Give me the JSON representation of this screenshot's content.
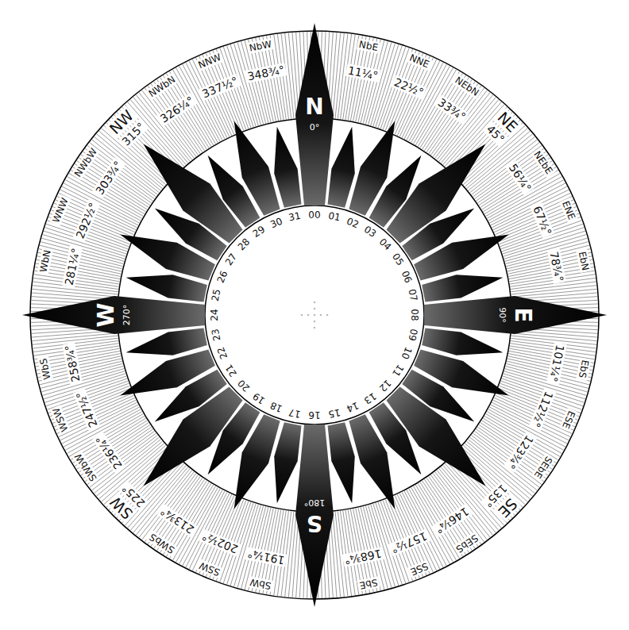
{
  "diagram": {
    "nodes": [
      {
        "text": [
          "N",
          "0°"
        ]
      },
      {
        "text": [
          "E",
          "90°"
        ]
      },
      {
        "text": [
          "S",
          "180°"
        ]
      },
      {
        "text": [
          "W",
          "270°"
        ]
      }
    ],
    "labels": [
      "00",
      "01",
      "02",
      "03",
      "04",
      "05",
      "06",
      "07",
      "08",
      "09",
      "10",
      "11",
      "12",
      "13",
      "14",
      "15",
      "16",
      "17",
      "18",
      "19",
      "20",
      "21",
      "22",
      "23",
      "24",
      "25",
      "26",
      "27",
      "28",
      "29",
      "30",
      "31",
      "NbE",
      "11¼°",
      "NNE",
      "22½°",
      "NEbN",
      "33¾°",
      "NE",
      "45°",
      "NEbE",
      "56¼°",
      "ENE",
      "67½°",
      "EbN",
      "78¾°",
      "EbS",
      "101¼°",
      "ESE",
      "112½°",
      "SEbE",
      "123¾°",
      "SE",
      "135°",
      "SEbS",
      "146¼°",
      "SSE",
      "157½°",
      "SbE",
      "168¾°",
      "SbW",
      "191¼°",
      "SSW",
      "202½°",
      "SWbS",
      "213¾°",
      "SW",
      "225°",
      "SWbW",
      "236¼°",
      "WSW",
      "247½°",
      "WbS",
      "258¾°",
      "WbN",
      "281¼°",
      "WNW",
      "292½°",
      "NWbW",
      "303¾°",
      "NW",
      "315°",
      "NWbN",
      "326¼°",
      "NNW",
      "337½°",
      "NbW",
      "348¾°"
    ]
  }
}
